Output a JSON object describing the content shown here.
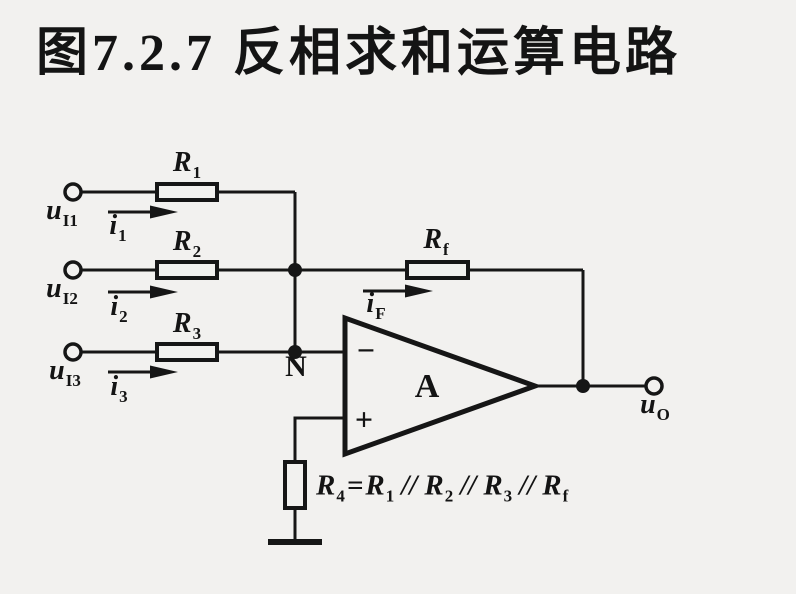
{
  "title": "图7.2.7 反相求和运算电路",
  "colors": {
    "background": "#f2f1ef",
    "line": "#161616",
    "text": "#141414"
  },
  "labels": {
    "inputs": [
      {
        "v_base": "u",
        "v_sub": "I1",
        "i_base": "i",
        "i_sub": "1",
        "r_base": "R",
        "r_sub": "1"
      },
      {
        "v_base": "u",
        "v_sub": "I2",
        "i_base": "i",
        "i_sub": "2",
        "r_base": "R",
        "r_sub": "2"
      },
      {
        "v_base": "u",
        "v_sub": "I3",
        "i_base": "i",
        "i_sub": "3",
        "r_base": "R",
        "r_sub": "3"
      }
    ],
    "feedback": {
      "r_base": "R",
      "r_sub": "f",
      "i_base": "i",
      "i_sub": "F"
    },
    "node_n": "N",
    "opamp": {
      "gain": "A",
      "inverting": "−",
      "noninverting": "+"
    },
    "output": {
      "v_base": "u",
      "v_sub": "O"
    },
    "formula": {
      "lhs_base": "R",
      "lhs_sub": "4",
      "eq": "=",
      "t1_base": "R",
      "t1_sub": "1",
      "p1": "//",
      "t2_base": "R",
      "t2_sub": "2",
      "p2": "//",
      "t3_base": "R",
      "t3_sub": "3",
      "p3": "//",
      "t4_base": "R",
      "t4_sub": "f"
    }
  }
}
